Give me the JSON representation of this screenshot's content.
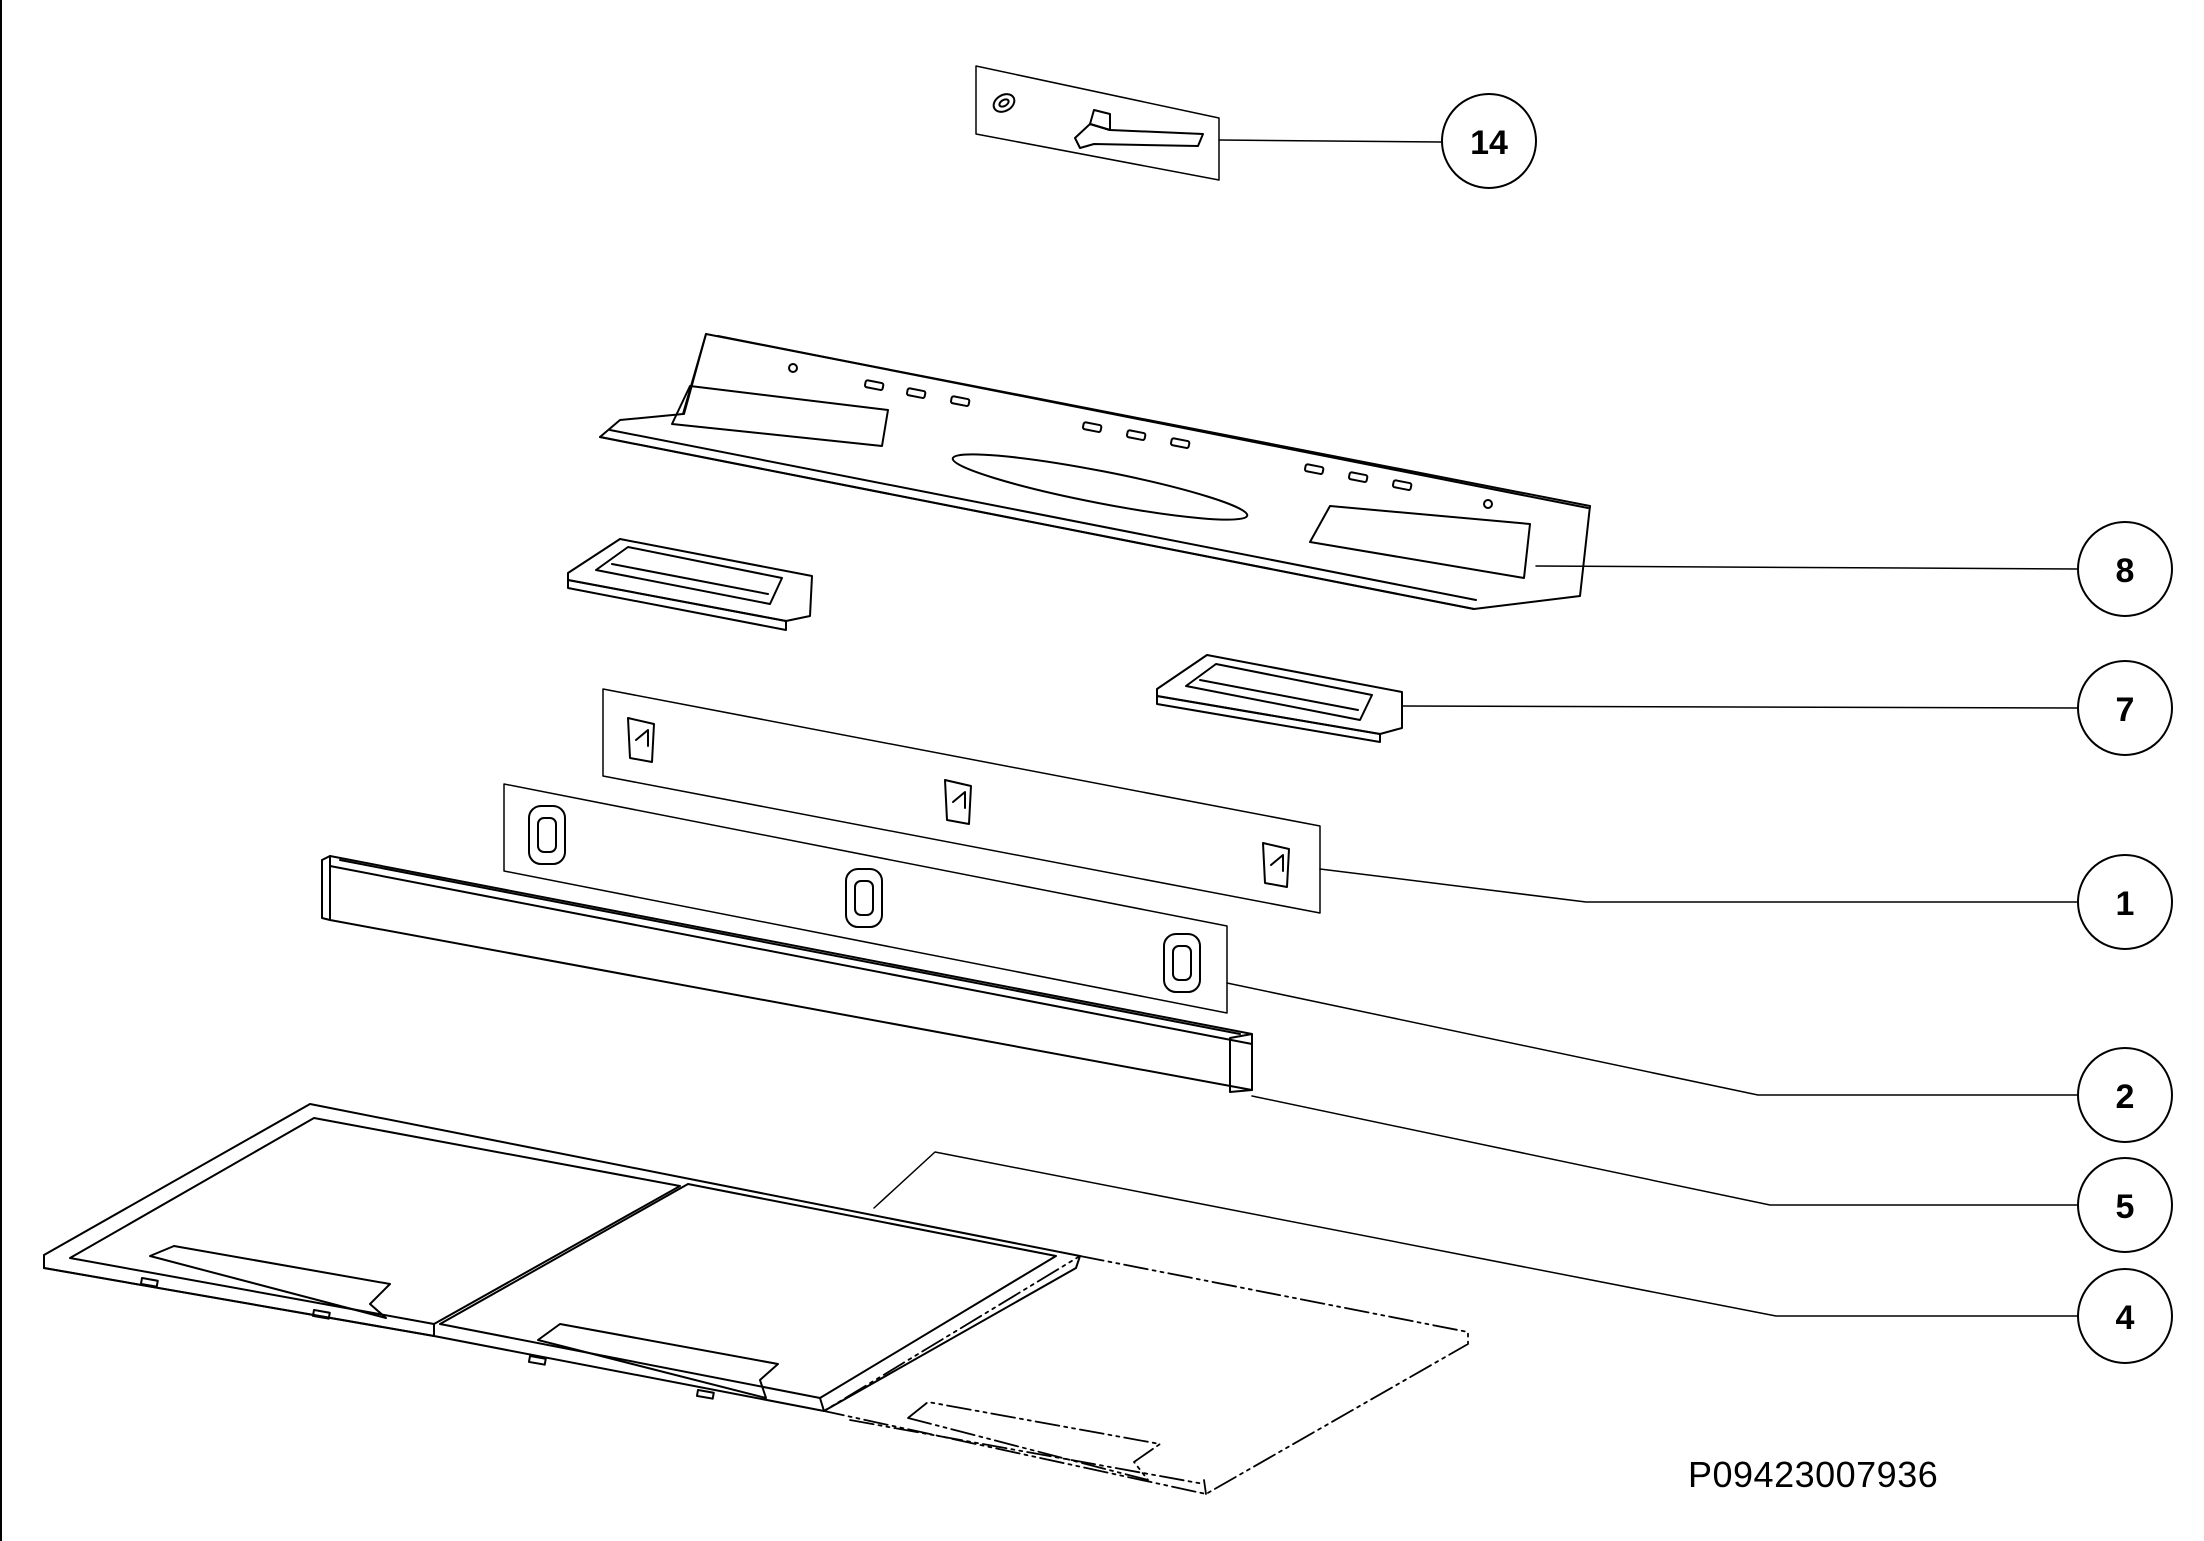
{
  "callouts": [
    {
      "id": "14",
      "label": "14"
    },
    {
      "id": "8",
      "label": "8"
    },
    {
      "id": "7",
      "label": "7"
    },
    {
      "id": "1",
      "label": "1"
    },
    {
      "id": "2",
      "label": "2"
    },
    {
      "id": "5",
      "label": "5"
    },
    {
      "id": "4",
      "label": "4"
    }
  ],
  "document_number": "P09423007936"
}
